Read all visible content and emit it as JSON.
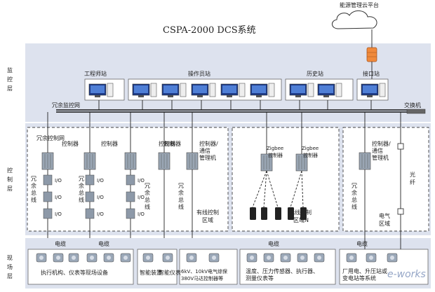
{
  "title": "CSPA-2000 DCS系统",
  "cloud_label": "能源管理云平台",
  "layers": {
    "monitor": "监控层",
    "control": "控制层",
    "field": "现场层"
  },
  "stations": {
    "engineer": "工程师站",
    "operator": "操作员站",
    "history": "历史站",
    "interface": "接口站"
  },
  "network": {
    "redundant_monitor": "冗余监控网",
    "switch": "交换机",
    "redundant_control": "冗余控制网",
    "redundant_bus": "冗余总线",
    "fiber": "光纤"
  },
  "controllers": {
    "controller": "控制器",
    "controller_comm": "控制器/通信管理机",
    "zigbee": "Zigbee控制器",
    "io": "I/O"
  },
  "areas": {
    "wired": "有线控制区域",
    "wireless": "无线控制区域N",
    "electric": "电气区域"
  },
  "cables": {
    "cable": "电缆"
  },
  "field_devices": {
    "actuators": "执行机构、仪表等现场设备",
    "smart_device": "智能装置",
    "smart_meter": "智能仪表",
    "hv_protection": "6kV、10kV电气综保380V马达控制器等",
    "sensors": "温度、压力传感器、执行器、测量仪表等",
    "plant_electric": "厂用电、升压站或变电站等系统"
  },
  "watermark": "e-works"
}
